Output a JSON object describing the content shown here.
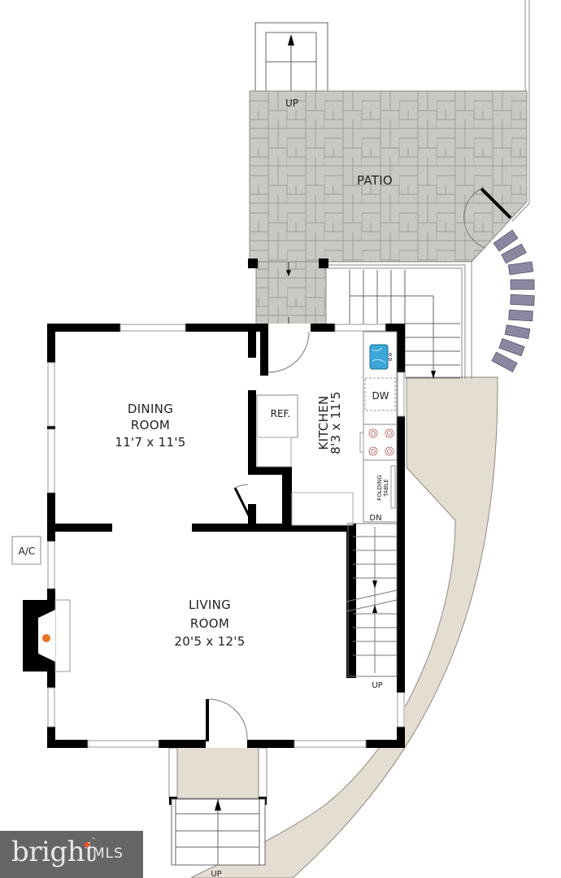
{
  "plan": {
    "rooms": {
      "patio": {
        "name": "PATIO"
      },
      "dining": {
        "line1": "DINING",
        "line2": "ROOM",
        "dims": "11'7 x 11'5"
      },
      "kitchen": {
        "name": "KITCHEN",
        "dims": "8'3 x 11'5"
      },
      "living": {
        "line1": "LIVING",
        "line2": "ROOM",
        "dims": "20'5 x 12'5"
      }
    },
    "fixtures": {
      "refrigerator": "REF.",
      "dishwasher": "DW",
      "folding_table_1": "FOLDING",
      "folding_table_2": "TABLE",
      "ac_unit": "A/C"
    },
    "stair_labels": {
      "patio_up": "UP",
      "interior_dn": "DN",
      "interior_up": "UP",
      "front_up": "UP"
    },
    "colors": {
      "patio_paver": "#c9c9c3",
      "walkway": "#e4ddd2",
      "stepping_stone": "#8a88a0",
      "sink_blue": "#3ba7d8",
      "fireplace_orange": "#e8742a"
    }
  },
  "watermark": {
    "brand": "bright",
    "suffix": "MLS",
    "tm": "™"
  }
}
